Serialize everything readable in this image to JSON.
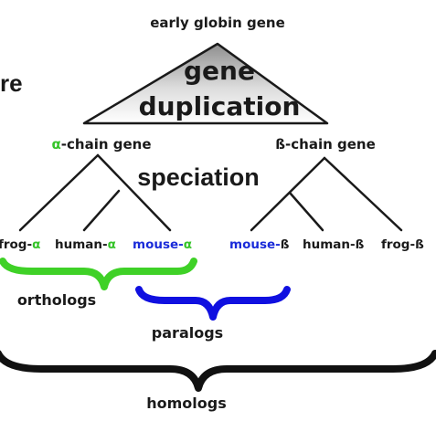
{
  "fragment_top_left": "re",
  "root_label": "early globin gene",
  "event_duplication": {
    "line1": "gene",
    "line2": "duplication"
  },
  "event_speciation": "speciation",
  "alpha_gene": {
    "symbol": "α",
    "suffix": "-chain gene"
  },
  "beta_gene": {
    "label": "ß-chain gene"
  },
  "leaves": {
    "frog_alpha": {
      "name": "frog-",
      "symbol": "α"
    },
    "human_alpha": {
      "name": "human-",
      "symbol": "α"
    },
    "mouse_alpha": {
      "name": "mouse-",
      "symbol": "α"
    },
    "mouse_beta": {
      "name": "mouse-",
      "symbol": "ß"
    },
    "human_beta": {
      "name": "human-ß"
    },
    "frog_beta": {
      "name": "frog-ß"
    }
  },
  "groups": {
    "orthologs": "orthologs",
    "paralogs": "paralogs",
    "homologs": "homologs"
  },
  "colors": {
    "alpha_green": "#36c42a",
    "mouse_blue": "#1a2bd9",
    "paralogs_brace": "#1010e0",
    "orthologs_brace": "#3fd127",
    "ink": "#1a1a1a",
    "triangle_light": "#ffffff",
    "triangle_dark": "#8e8e8e"
  }
}
